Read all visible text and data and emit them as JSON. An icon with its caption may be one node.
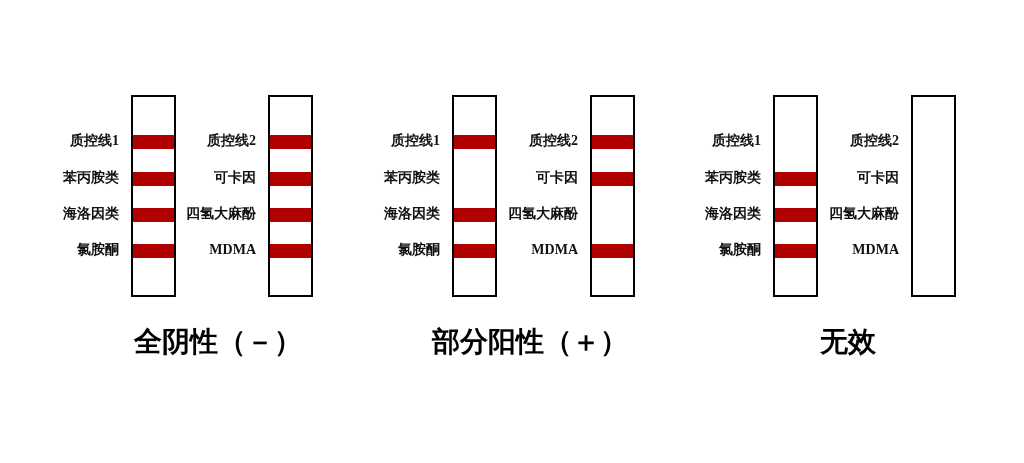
{
  "diagram": {
    "nodes": [
      {
        "text": [],
        "shape": "box",
        "beside": [
          "质控线1",
          "苯丙胺类",
          "海洛因类",
          "氯胺酮"
        ]
      },
      {
        "text": [],
        "shape": "bar",
        "in": 0
      },
      {
        "text": [],
        "shape": "bar",
        "in": 0
      },
      {
        "text": [],
        "shape": "bar",
        "in": 0
      },
      {
        "text": [],
        "shape": "bar",
        "in": 0
      },
      {
        "text": [],
        "shape": "box",
        "beside": [
          "质控线2",
          "可卡因",
          "四氢大麻酚",
          "MDMA"
        ]
      },
      {
        "text": [],
        "shape": "bar",
        "in": 5
      },
      {
        "text": [],
        "shape": "bar",
        "in": 5
      },
      {
        "text": [],
        "shape": "bar",
        "in": 5
      },
      {
        "text": [],
        "shape": "bar",
        "in": 5
      },
      {
        "text": [],
        "shape": "box",
        "beside": [
          "质控线1",
          "苯丙胺类",
          "海洛因类",
          "氯胺酮"
        ]
      },
      {
        "text": [],
        "shape": "bar",
        "in": 10
      },
      {
        "text": [],
        "shape": "bar",
        "in": 10
      },
      {
        "text": [],
        "shape": "bar",
        "in": 10
      },
      {
        "text": [],
        "shape": "box",
        "beside": [
          "质控线2",
          "可卡因",
          "四氢大麻酚",
          "MDMA"
        ]
      },
      {
        "text": [],
        "shape": "bar",
        "in": 14
      },
      {
        "text": [],
        "shape": "bar",
        "in": 14
      },
      {
        "text": [],
        "shape": "bar",
        "in": 14
      },
      {
        "text": [],
        "shape": "box",
        "beside": [
          "质控线1",
          "苯丙胺类",
          "海洛因类",
          "氯胺酮"
        ]
      },
      {
        "text": [],
        "shape": "bar",
        "in": 18
      },
      {
        "text": [],
        "shape": "bar",
        "in": 18
      },
      {
        "text": [],
        "shape": "bar",
        "in": 18
      },
      {
        "text": [],
        "shape": "box",
        "beside": [
          "质控线2",
          "可卡因",
          "四氢大麻酚",
          "MDMA"
        ]
      }
    ],
    "labels": [
      "全阴性（－）",
      "部分阳性（＋）",
      "无效"
    ]
  }
}
